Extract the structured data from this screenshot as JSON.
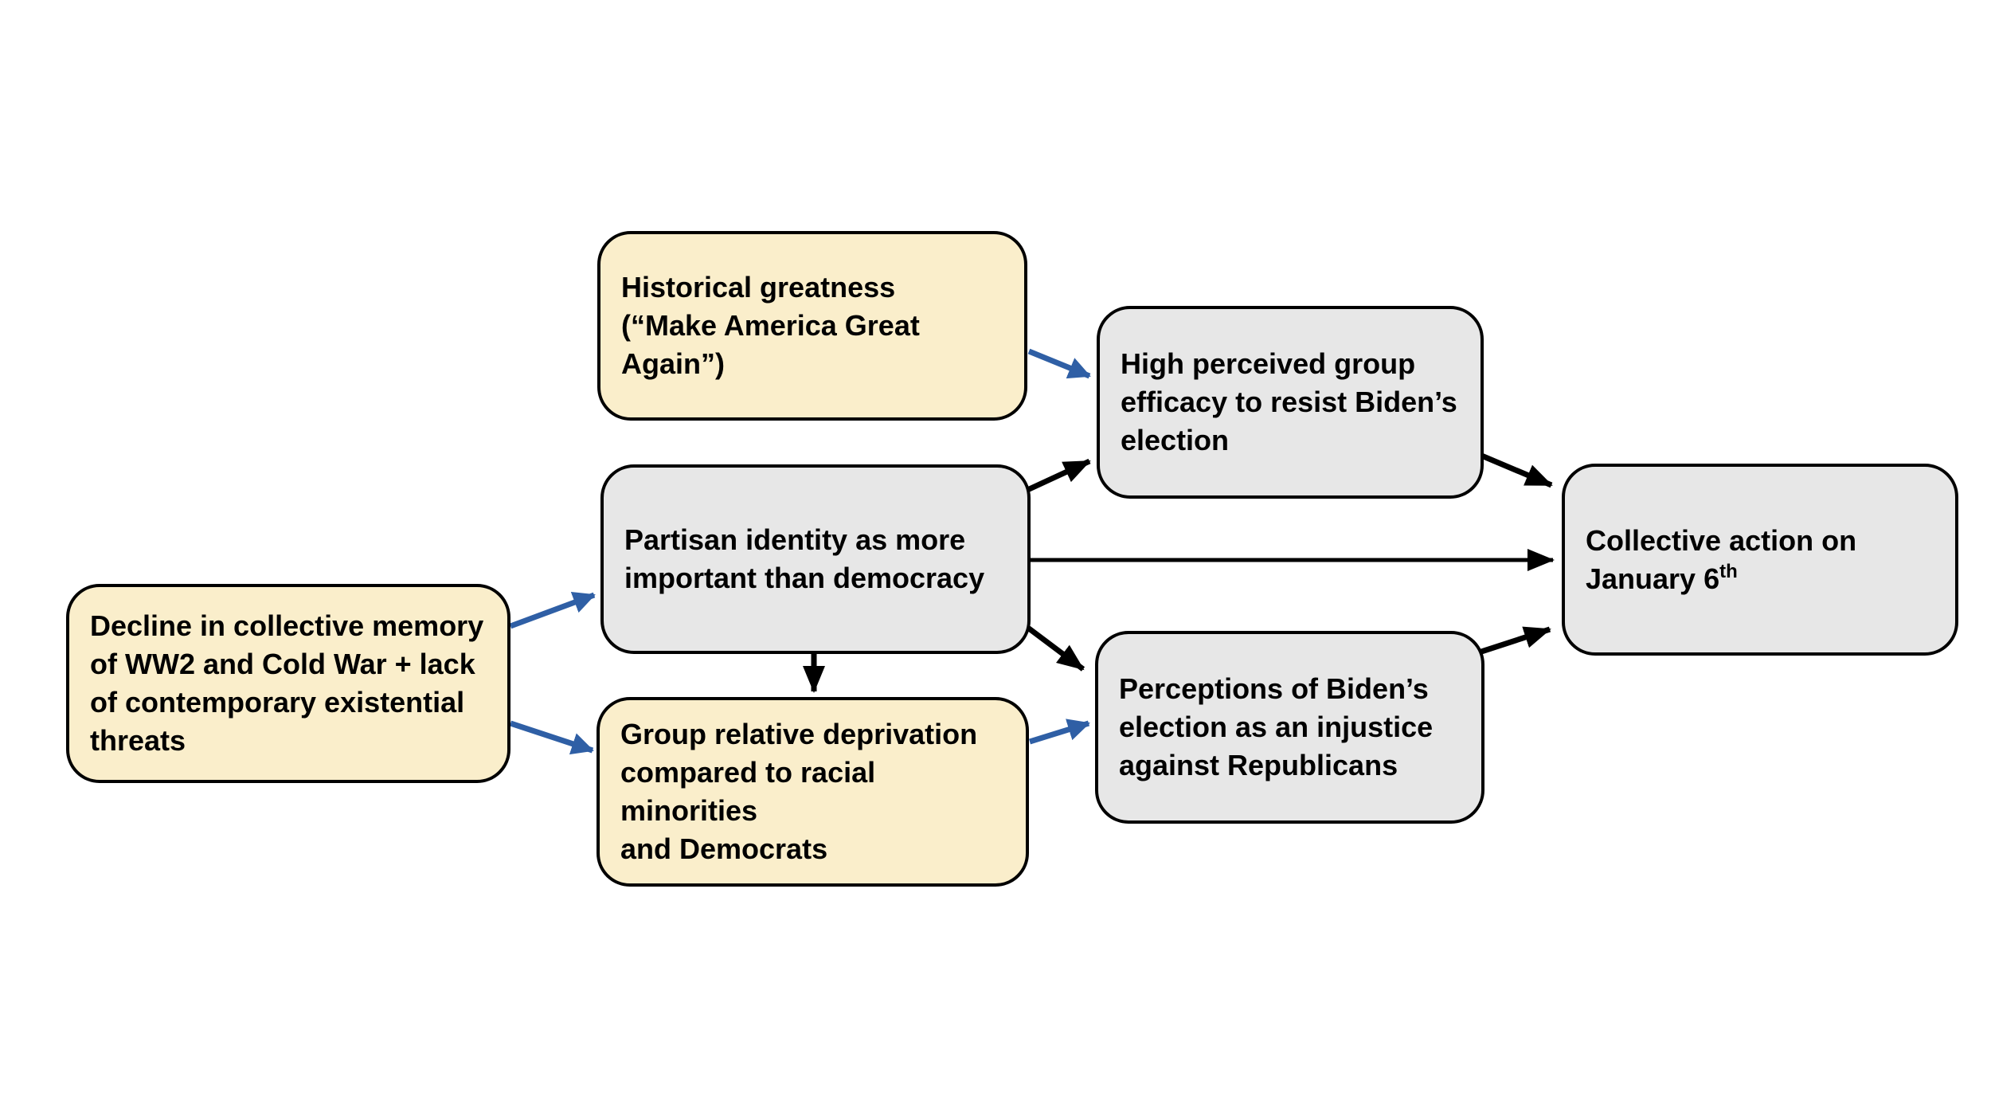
{
  "diagram": {
    "title": "Antecedents of collective action on January 6 flow model",
    "background_color": "#ffffff",
    "colors": {
      "antecedent_box_fill": "#faeecb",
      "process_box_fill": "#e7e7e7",
      "box_border": "#000000",
      "arrow_black": "#000000",
      "arrow_blue": "#2f5fa5",
      "text": "#000000"
    },
    "nodes": {
      "historical": {
        "label": "Historical greatness\n(“Make America Great\nAgain”)",
        "style": "antecedent"
      },
      "efficacy": {
        "label": "High perceived group\nefficacy to resist Biden’s\nelection",
        "style": "process"
      },
      "partisan": {
        "label": "Partisan identity as more\nimportant than democracy",
        "style": "process"
      },
      "decline": {
        "label": "Decline in collective memory\nof WW2 and Cold War + lack\nof contemporary existential\nthreats",
        "style": "antecedent"
      },
      "deprivation": {
        "label": "Group relative deprivation\ncompared to racial minorities\nand Democrats",
        "style": "antecedent"
      },
      "injustice": {
        "label": "Perceptions of Biden’s\nelection as an injustice\nagainst Republicans",
        "style": "process"
      },
      "collective": {
        "label_main": "Collective action on\nJanuary 6",
        "label_sup": "th",
        "style": "process"
      }
    },
    "edges": [
      {
        "from": "historical",
        "to": "efficacy",
        "color": "blue"
      },
      {
        "from": "decline",
        "to": "partisan",
        "color": "blue"
      },
      {
        "from": "decline",
        "to": "deprivation",
        "color": "blue"
      },
      {
        "from": "deprivation",
        "to": "injustice",
        "color": "blue"
      },
      {
        "from": "partisan",
        "to": "efficacy",
        "color": "black"
      },
      {
        "from": "partisan",
        "to": "collective",
        "color": "black"
      },
      {
        "from": "partisan",
        "to": "injustice",
        "color": "black"
      },
      {
        "from": "partisan",
        "to": "deprivation",
        "color": "black"
      },
      {
        "from": "efficacy",
        "to": "collective",
        "color": "black"
      },
      {
        "from": "injustice",
        "to": "collective",
        "color": "black"
      }
    ]
  }
}
